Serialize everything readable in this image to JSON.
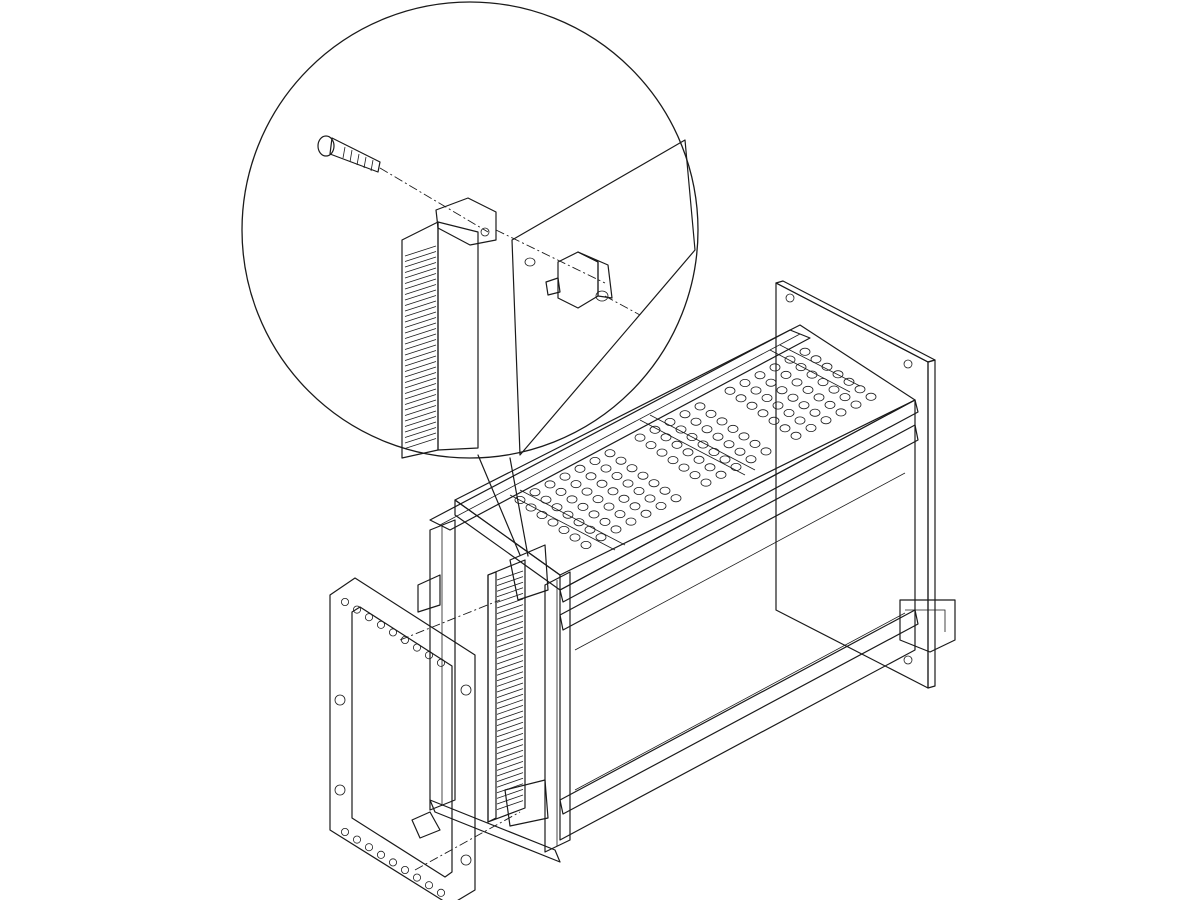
{
  "diagram": {
    "colors": {
      "background": "#ffffff",
      "outline": "#1a1a1a",
      "panel": "#ececec",
      "panel_light": "#f5f5f5",
      "panel_dark": "#d2d2d2",
      "connector": "#bdbdbd",
      "connector_dark": "#9a9a9a"
    },
    "detail_view": {
      "parts": [
        "screw",
        "connector",
        "board",
        "mounting-block"
      ]
    },
    "assembly": {
      "parts": [
        "subrack",
        "side-panel",
        "rear-flange",
        "front-frame",
        "connector-strip",
        "top-cover-perforated",
        "guide-rail",
        "bottom-rail"
      ],
      "top_cover_hole_rows": 7,
      "front_frame_holes_per_side": 9
    }
  }
}
